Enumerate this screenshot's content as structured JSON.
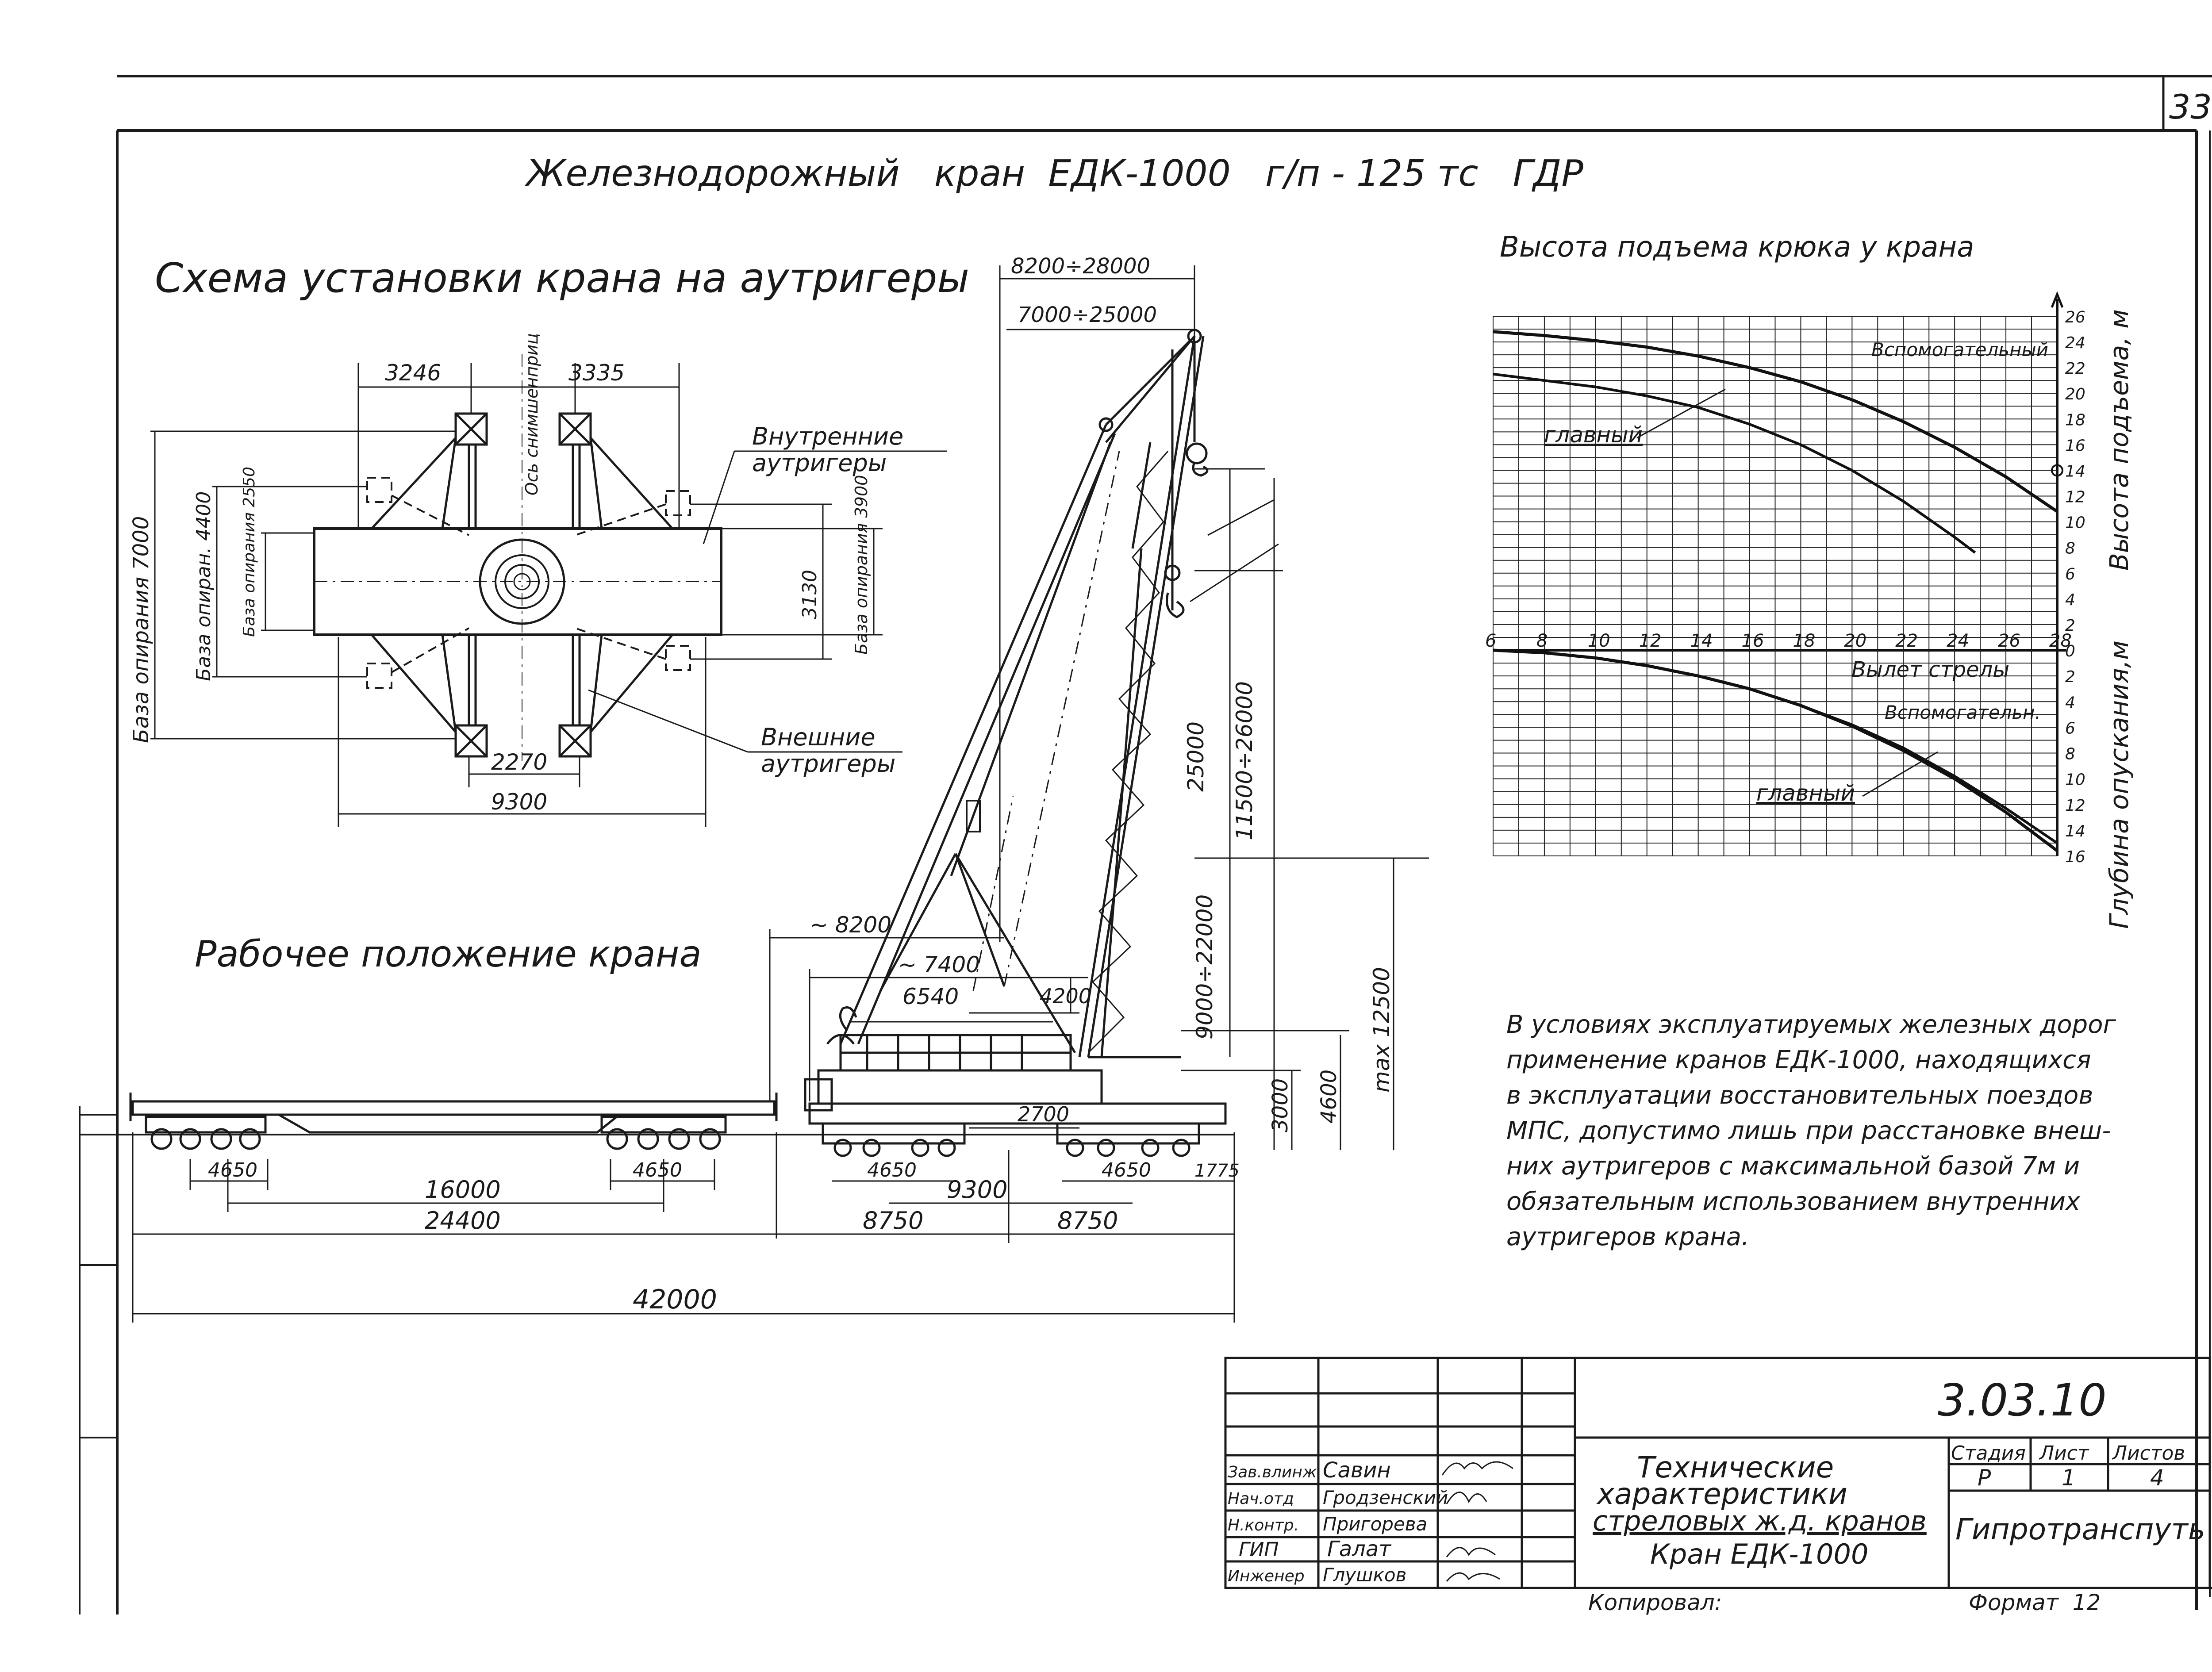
{
  "sheet_number": "33",
  "main_title": "Железнодорожный   кран  ЕДК-1000   г/п - 125 тс   ГДР",
  "outrigger_scheme": {
    "title": "Схема установки крана на аутригеры",
    "dims": {
      "top_left": "3246",
      "top_right": "3335",
      "axis_label": "Ось снимшенприц",
      "base_7000": "База опирания 7000",
      "base_4400": "База опиран. 4400",
      "base_2550": "База опирания 2550",
      "d3130": "3130",
      "base_3900": "База опирания 3900",
      "d2270": "2270",
      "d9300": "9300"
    },
    "labels": {
      "inner_1": "Внутренние",
      "inner_2": "аутригеры",
      "outer_1": "Внешние",
      "outer_2": "аутригеры"
    }
  },
  "working_position": {
    "title": "Рабочее положение крана",
    "dims": {
      "reach_outer": "8200÷28000",
      "reach_inner": "7000÷25000",
      "d25000": "25000",
      "d11500": "11500÷26000",
      "d9000": "9000÷22000",
      "max12500": "max 12500",
      "d3000": "3000",
      "d4600": "4600",
      "d8200": "~ 8200",
      "d7400": "~ 7400",
      "d6540": "6540",
      "d4200": "4200",
      "d2700": "2700",
      "d4650a": "4650",
      "d4650b": "4650",
      "d4650c": "4650",
      "d4650d": "4650",
      "d1775": "1775",
      "d16000": "16000",
      "d9300": "9300",
      "d24400": "24400",
      "d8750a": "8750",
      "d8750b": "8750",
      "d42000": "42000"
    }
  },
  "chart_data": {
    "type": "line",
    "title": "Высота подъема крюка у крана",
    "xlabel": "Вылет стрелы",
    "ylabel_upper": "Высота подъема, м",
    "ylabel_lower": "Глубина опускания,м",
    "x_ticks": [
      "6",
      "8",
      "10",
      "12",
      "14",
      "16",
      "18",
      "20",
      "22",
      "24",
      "26",
      "28"
    ],
    "y_ticks_upper": [
      "26",
      "24",
      "22",
      "20",
      "18",
      "16",
      "14",
      "12",
      "10",
      "8",
      "6",
      "4",
      "2",
      "0"
    ],
    "y_ticks_lower": [
      "2",
      "4",
      "6",
      "8",
      "10",
      "12",
      "14",
      "16"
    ],
    "xlim": [
      6,
      28
    ],
    "ylim_upper": [
      0,
      26
    ],
    "ylim_lower": [
      0,
      16
    ],
    "series": [
      {
        "name": "Вспомогательный",
        "panel": "upper",
        "x": [
          6,
          8,
          10,
          12,
          14,
          16,
          18,
          20,
          22,
          24,
          26,
          28
        ],
        "y": [
          24.8,
          24.5,
          24.1,
          23.6,
          22.9,
          22.0,
          20.9,
          19.5,
          17.8,
          15.8,
          13.5,
          10.8
        ]
      },
      {
        "name": "главный",
        "panel": "upper",
        "x": [
          6,
          8,
          10,
          12,
          14,
          16,
          18,
          20,
          22,
          24,
          24.8
        ],
        "y": [
          21.5,
          21.0,
          20.5,
          19.8,
          18.9,
          17.6,
          16.0,
          14.0,
          11.6,
          8.8,
          7.6
        ]
      },
      {
        "name": "Вспомогательн.",
        "panel": "lower",
        "x": [
          6,
          8,
          10,
          12,
          14,
          16,
          18,
          20,
          22,
          24,
          26,
          28
        ],
        "y": [
          0,
          0.2,
          0.6,
          1.2,
          2.0,
          3.0,
          4.3,
          5.9,
          7.8,
          10.0,
          12.6,
          15.6
        ]
      },
      {
        "name": "главный",
        "panel": "lower",
        "x": [
          6,
          8,
          10,
          12,
          14,
          16,
          18,
          20,
          22,
          24,
          26,
          28
        ],
        "y": [
          0,
          0.2,
          0.6,
          1.2,
          2.0,
          3.0,
          4.3,
          5.8,
          7.6,
          9.8,
          12.3,
          15.0
        ]
      }
    ]
  },
  "note": [
    "В условиях эксплуатируемых железных дорог",
    "применение кранов ЕДК-1000, находящихся",
    "в эксплуатации восстановительных поездов",
    "МПС, допустимо лишь при расстановке внеш-",
    "них аутригеров с максимальной базой 7м и",
    "обязательным использованием внутренних",
    "аутригеров крана."
  ],
  "title_block": {
    "doc_number": "3.03.10",
    "rows": [
      {
        "role": "Зав.влинж",
        "name": "Савин"
      },
      {
        "role": "Нач.отд",
        "name": "Гродзенский"
      },
      {
        "role": "Н.контр.",
        "name": "Пригорева"
      },
      {
        "role": "ГИП",
        "name": "Галат"
      },
      {
        "role": "Инженер",
        "name": "Глушков"
      }
    ],
    "description": [
      "Технические",
      "характеристики",
      "стреловых ж.д. кранов",
      "Кран ЕДК-1000"
    ],
    "stage_label": "Стадия",
    "sheet_label": "Лист",
    "sheets_label": "Листов",
    "stage": "Р",
    "sheet": "1",
    "sheets": "4",
    "organization": "Гипротрансп­уть",
    "copied_label": "Копировал:",
    "format_label": "Формат  12"
  }
}
